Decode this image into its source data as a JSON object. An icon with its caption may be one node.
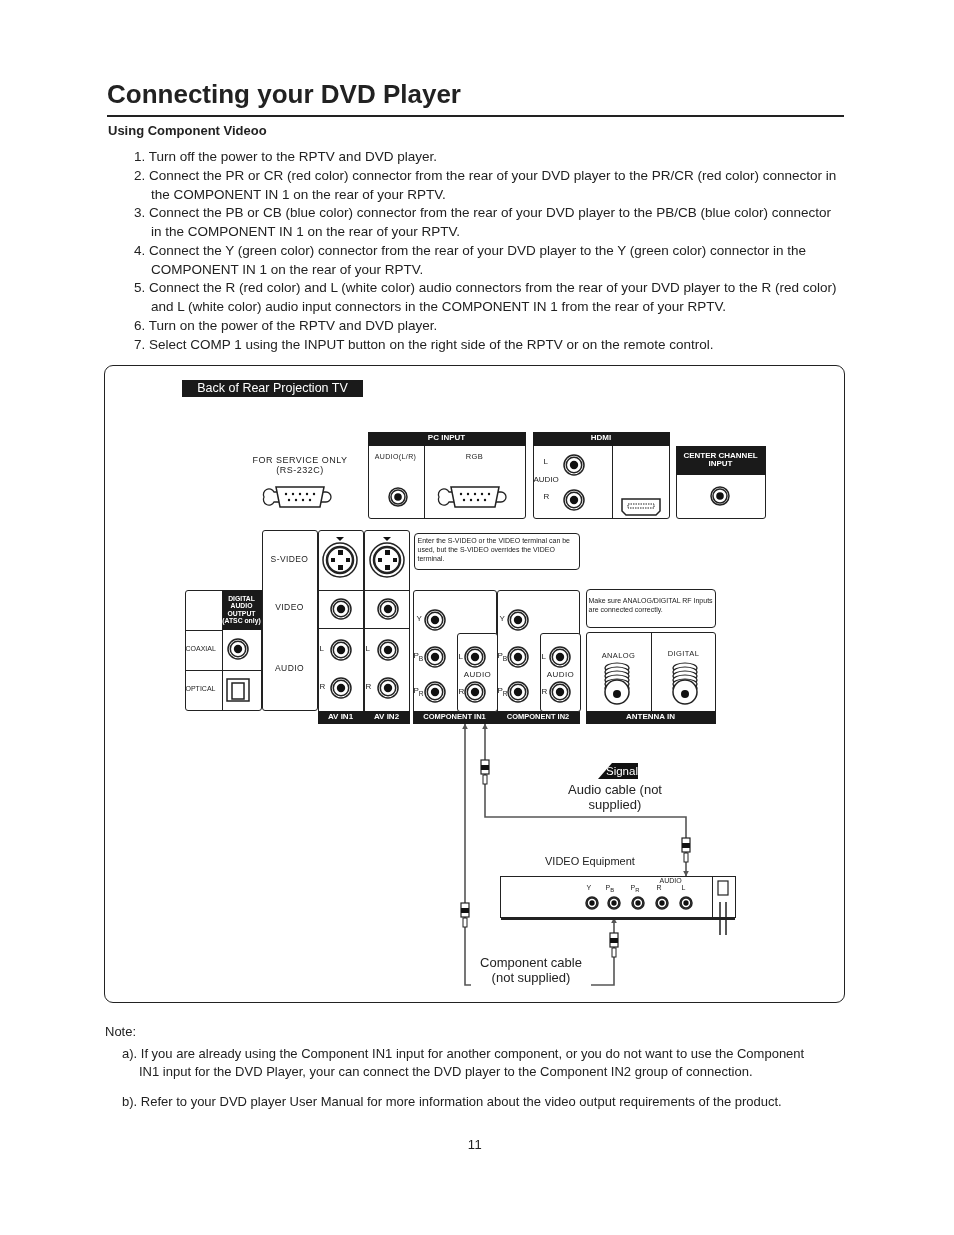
{
  "diagram": {
    "title": "Connecting your DVD Player",
    "nodes": [
      {
        "text": [
          "PC INPUT",
          "AUDIO(L/R)",
          "RGB"
        ]
      },
      {
        "text": [
          "HDMI",
          "L",
          "AUDIO",
          "R"
        ]
      },
      {
        "text": [
          "CENTER CHANNEL INPUT"
        ]
      },
      {
        "text": [
          "S-VIDEO",
          "VIDEO",
          "AUDIO"
        ]
      },
      {
        "text": [
          "L",
          "R",
          "AV IN1"
        ]
      },
      {
        "text": [
          "L",
          "R",
          "AV IN2"
        ]
      },
      {
        "text": [
          "Enter the S-VIDEO or the VIDEO terminal can be used, but the S-VIDEO overrides the VIDEO terminal."
        ]
      },
      {
        "text": [
          "DIGITAL AUDIO OUTPUT (ATSC only)",
          "COAXIAL",
          "OPTICAL"
        ]
      },
      {
        "text": [
          "Y",
          "P$_{B}$",
          "P$_{R}$",
          "COMPONENT IN1"
        ]
      },
      {
        "text": [
          "L",
          "AUDIO",
          "R"
        ],
        "in": 8
      },
      {
        "text": [
          "Y",
          "P$_{B}$",
          "P$_{R}$",
          "COMPONENT IN2"
        ]
      },
      {
        "text": [
          "L",
          "AUDIO",
          "R"
        ],
        "in": 10
      },
      {
        "text": [
          "Make sure ANALOG/DIGITAL RF Inputs are connected correctly."
        ]
      },
      {
        "text": [
          "ANALOG",
          "DIGITAL",
          "ANTENNA IN"
        ]
      },
      {
        "text": [
          "Signal"
        ]
      },
      {
        "text": [
          "AUDIO",
          "Y",
          "P$_{B}$",
          "P$_{R}$",
          "R",
          "L"
        ],
        "beside": [
          "VIDEO Equipment"
        ]
      }
    ],
    "edges": [
      {
        "from": 15,
        "to": 8,
        "arrow": "both",
        "label": "Component cable (not supplied)"
      },
      {
        "from": 15,
        "to": 8,
        "arrow": "both",
        "label": "Audio cable (not supplied)"
      }
    ],
    "labels": [
      "Using Component Videoo",
      "1. Turn off the power to the RPTV and DVD player.",
      "2. Connect the PR or CR (red color) connector from the rear of your DVD player to the PR/CR (red color) connector in the COMPONENT IN 1 on the rear of your RPTV.",
      "3. Connect the PB or CB (blue color) connector from the rear of your DVD player to the PB/CB (blue color) connector in the COMPONENT IN 1 on the rear of your RPTV.",
      "4. Connect the Y (green color) connector from the rear of your DVD player to the Y (green color) connector in the COMPONENT IN 1 on the rear of your RPTV.",
      "5. Connect the R (red color) and L (white color) audio connectors from the rear of your DVD player to the R (red color) and L (white color) audio input connectors in the COMPONENT IN 1 from the rear of your RPTV.",
      "6. Turn on the power of the RPTV and DVD player.",
      "7. Select COMP 1 using the INPUT button on the right side of the RPTV or on the remote control.",
      "Back of Rear Projection TV",
      "FOR SERVICE ONLY (RS-232C)",
      "Note:",
      "a). If you are already using the Component IN1 input for another component, or you do not want to use the Component IN1 input for the DVD Player, your can connect the DVD player to the Component IN2 group of connection.",
      "b). Refer to your DVD player User Manual for more information about the video output requirements of the product.",
      "11"
    ]
  }
}
